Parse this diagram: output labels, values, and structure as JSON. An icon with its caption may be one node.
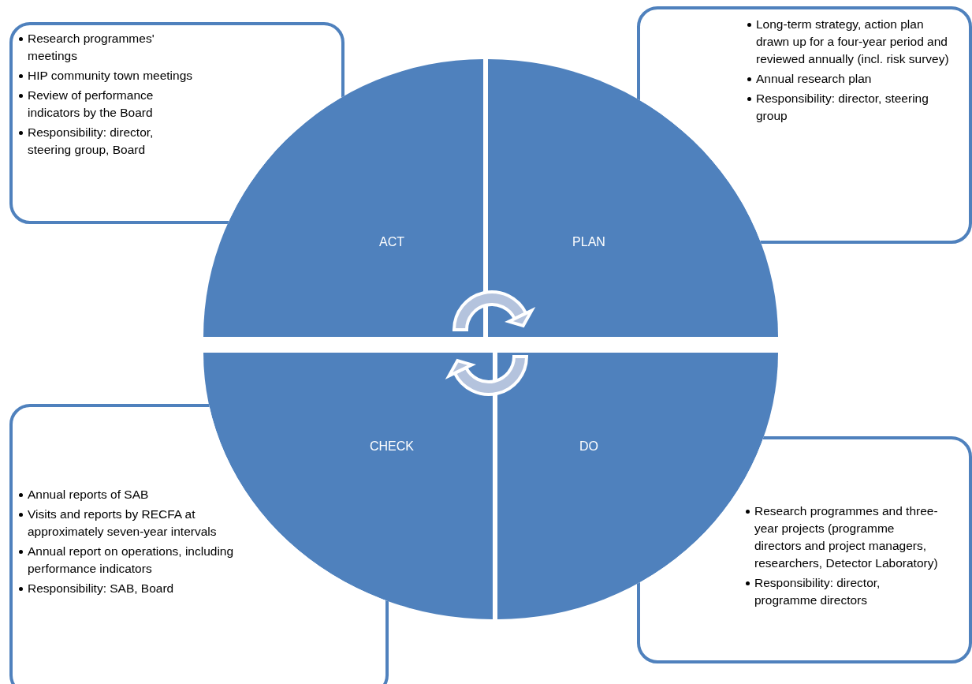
{
  "diagram": {
    "nodes": [
      {
        "text": [
          "Research programmes' meetings",
          "HIP community town meetings",
          "Review of performance indicators by the Board",
          "Responsibility: director, steering group, Board"
        ]
      },
      {
        "text": [
          "Long-term strategy, action plan drawn up for a four-year period and reviewed annually (incl. risk survey)",
          "Annual research plan",
          "Responsibility: director, steering group"
        ]
      },
      {
        "text": [
          "ACT"
        ]
      },
      {
        "text": [
          "PLAN"
        ]
      },
      {
        "text": [
          "CHECK"
        ]
      },
      {
        "text": [
          "DO"
        ]
      },
      {
        "text": [
          "Annual reports of SAB",
          "Visits and reports by RECFA at approximately seven-year intervals",
          "Annual report on operations, including performance indicators",
          "Responsibility: SAB, Board"
        ]
      },
      {
        "text": [
          "Research programmes and three-year projects (programme directors and project managers, researchers, Detector Laboratory)",
          "Responsibility: director, programme directors"
        ]
      }
    ]
  }
}
